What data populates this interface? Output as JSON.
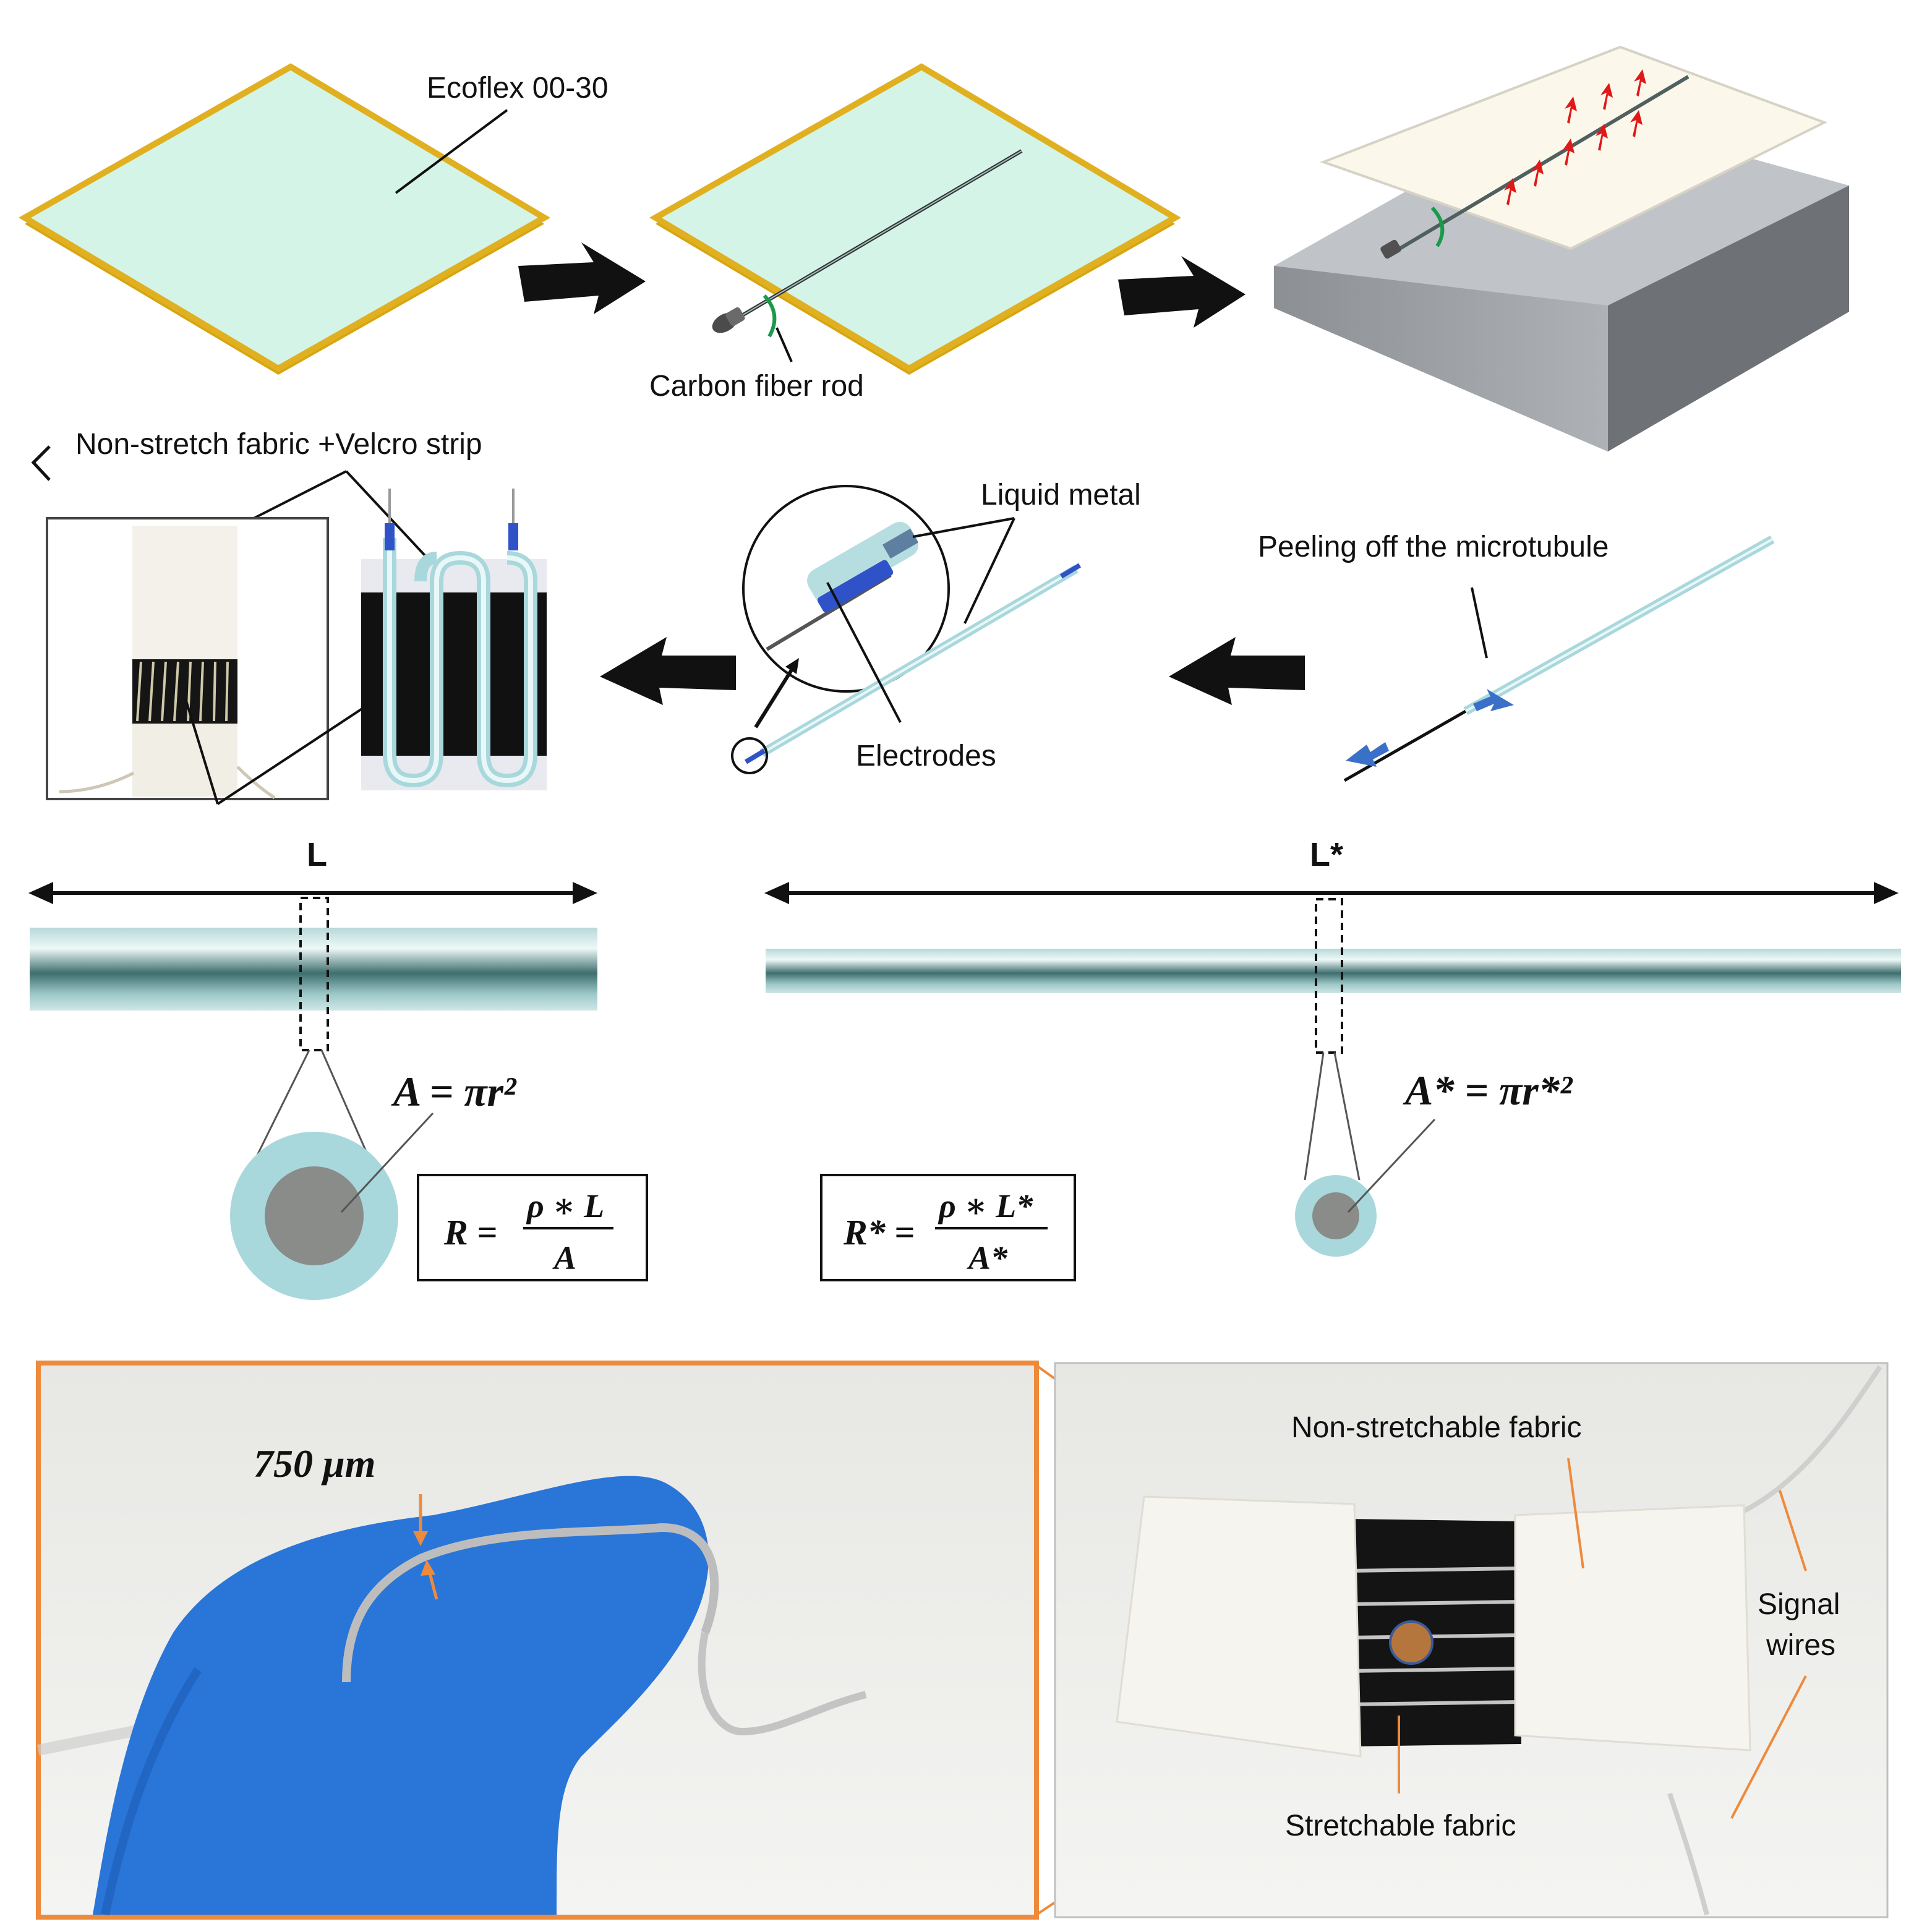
{
  "colors": {
    "silicone": "#d4f4e8",
    "frame": "#e0b020",
    "tube": "#a9d8dc",
    "core": "#8a8c8a",
    "accent_orange": "#ee8a3c",
    "arrow_blue": "#3a70c8",
    "arrow_red": "#e01818",
    "arrow_green": "#1a9a4a"
  },
  "icons": [
    "process-arrow",
    "expand-icon"
  ],
  "labels": {
    "ecoflex": "Ecoflex 00-30",
    "carbon_rod": "Carbon fiber rod",
    "velcro": "Non-stretch fabric +Velcro strip",
    "liquid_metal": "Liquid metal",
    "peeling": "Peeling off the microtubule",
    "electrodes": "Electrodes",
    "length_L": "L",
    "length_Lstar": "L*",
    "thickness": "750 μm",
    "non_stretchable": "Non-stretchable  fabric",
    "stretchable": "Stretchable  fabric",
    "signal_wires_1": "Signal",
    "signal_wires_2": "wires"
  },
  "formulas": {
    "area": "A =  πr²",
    "area_star": "A* = πr*²",
    "resistance_lhs": "R =",
    "resistance_num": "ρ ∗ L",
    "resistance_den": "A",
    "resistance_star_lhs": "R* =",
    "resistance_star_num": "ρ ∗ L*",
    "resistance_star_den": "A*"
  }
}
